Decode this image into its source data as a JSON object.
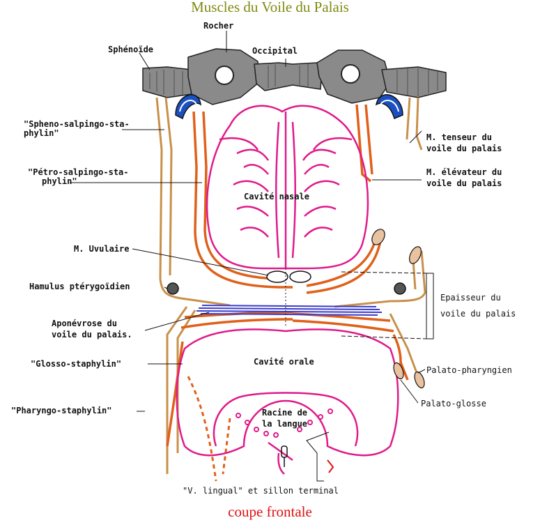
{
  "title": "Muscles du Voile du Palais",
  "footer": "coupe frontale",
  "labels": {
    "rocher": "Rocher",
    "sphenoide": "Sphénoïde",
    "occipital": "Occipital",
    "spheno_1": "\"Spheno-salpingo-sta-",
    "spheno_2": "phylin\"",
    "petro_1": "\"Pétro-salpingo-sta-",
    "petro_2": "phylin\"",
    "tenseur_1": "M. tenseur du",
    "tenseur_2": "voile du palais",
    "elevateur_1": "M. élévateur du",
    "elevateur_2": "voile du palais",
    "cavite_nasale": "Cavité nasale",
    "uvulaire": "M. Uvulaire",
    "hamulus": "Hamulus ptérygoïdien",
    "epaisseur_1": "Epaisseur du",
    "epaisseur_2": "voile du palais",
    "aponevrose_1": "Aponévrose du",
    "aponevrose_2": "voile du palais.",
    "glosso": "\"Glosso-staphylin\"",
    "cavite_orale": "Cavité orale",
    "palato_pharyngien": "Palato-pharyngien",
    "pharyngo": "\"Pharyngo-staphylin\"",
    "palato_glosse": "Palato-glosse",
    "racine_1": "Racine de",
    "racine_2": "la langue",
    "v_lingual": "\"V. lingual\" et sillon terminal"
  },
  "colors": {
    "muscle": "#e0601a",
    "muscle_light": "#c8904a",
    "mucosa": "#e01a8a",
    "bone": "#8a8a8a",
    "aponeurosis": "#3a3acc",
    "title": "#7f8a10",
    "footer": "#e01010",
    "tube": "#1a50c0"
  }
}
